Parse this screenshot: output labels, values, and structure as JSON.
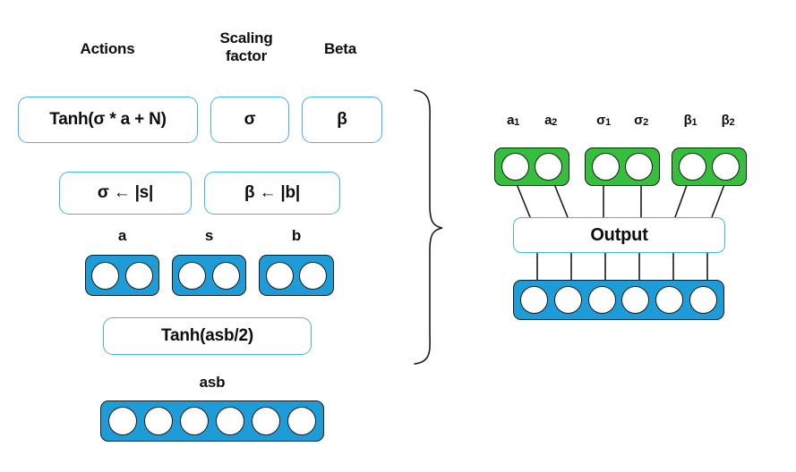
{
  "diagram": {
    "title": "Action / scaling-factor / beta network diagram",
    "colors": {
      "node_blue": "#1e9cd7",
      "node_green": "#35bf3c",
      "box_border_blue": "#41b6e6",
      "node_outline": "#1a1a1a",
      "text": "#0d0d0d",
      "background": "#ffffff"
    },
    "column_headers": [
      {
        "id": "actions",
        "label": "Actions"
      },
      {
        "id": "scaling-factor",
        "label_line1": "Scaling",
        "label_line2": "factor"
      },
      {
        "id": "beta",
        "label": "Beta"
      }
    ],
    "formula_boxes": [
      {
        "id": "tanh-sigma-a-n",
        "label": "Tanh(σ * a + N)"
      },
      {
        "id": "sigma",
        "label": "σ"
      },
      {
        "id": "beta",
        "label": "β"
      },
      {
        "id": "sigma-assign",
        "label": "σ ← |s|"
      },
      {
        "id": "beta-assign",
        "label": "β ← |b|"
      },
      {
        "id": "tanh-asb-2",
        "label": "Tanh(asb/2)"
      }
    ],
    "left_groups": [
      {
        "id": "group-a",
        "label": "a",
        "nodes": 2,
        "color": "blue"
      },
      {
        "id": "group-s",
        "label": "s",
        "nodes": 2,
        "color": "blue"
      },
      {
        "id": "group-b",
        "label": "b",
        "nodes": 2,
        "color": "blue"
      }
    ],
    "left_combined": {
      "id": "group-asb",
      "label": "asb",
      "nodes": 6,
      "color": "blue"
    },
    "right_groups": [
      {
        "id": "green-group-a",
        "color": "green",
        "nodes": 2,
        "node_labels": [
          {
            "base": "a",
            "sub": "1"
          },
          {
            "base": "a",
            "sub": "2"
          }
        ]
      },
      {
        "id": "green-group-sigma",
        "color": "green",
        "nodes": 2,
        "node_labels": [
          {
            "base": "σ",
            "sub": "1"
          },
          {
            "base": "σ",
            "sub": "2"
          }
        ]
      },
      {
        "id": "green-group-beta",
        "color": "green",
        "nodes": 2,
        "node_labels": [
          {
            "base": "β",
            "sub": "1"
          },
          {
            "base": "β",
            "sub": "2"
          }
        ]
      }
    ],
    "output_box": {
      "id": "output",
      "label": "Output"
    },
    "right_input_row": {
      "id": "right-input-row",
      "nodes": 6,
      "color": "blue"
    },
    "brace": {
      "id": "grouping-brace",
      "orientation": "right-pointing"
    }
  }
}
